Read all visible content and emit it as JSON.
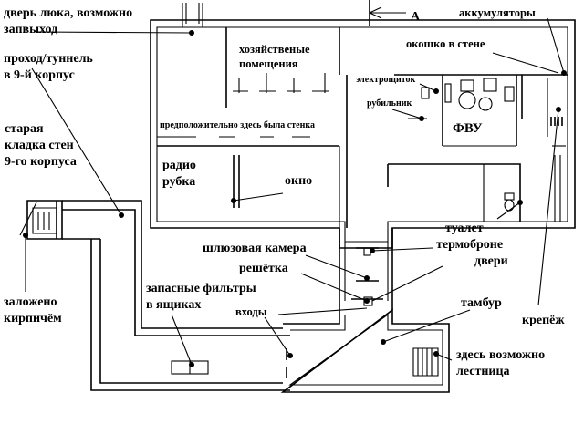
{
  "labels": {
    "hatch_door": [
      "дверь люка, возможно",
      "запвыход"
    ],
    "passage_tunnel": [
      "проход/туннель",
      "в 9-й корпус"
    ],
    "old_masonry": [
      "старая",
      "кладка стен",
      "9-го корпуса"
    ],
    "bricked_up": [
      "заложено",
      "кирпичём"
    ],
    "spare_filters": [
      "запасные фильтры",
      "в ящиках"
    ],
    "utility_rooms": [
      "хозяйственые",
      "помещения"
    ],
    "supposed_wall": "предположительно здесь была стенка",
    "radio_room": [
      "радио",
      "рубка"
    ],
    "window": "окно",
    "airlock": "шлюзовая камера",
    "grating": "решётка",
    "entrances": "входы",
    "batteries": "аккумуляторы",
    "wall_window": "окошко в стене",
    "electric_board": "электрощиток",
    "switch": "рубильник",
    "fvu": "ФВУ",
    "toilet": "туалет",
    "hermetic_doors": [
      "термоброне",
      "двери"
    ],
    "vestibule": "тамбур",
    "fastening": "крепёж",
    "stairs": [
      "здесь возможно",
      "лестница"
    ],
    "section_letter": "A"
  }
}
